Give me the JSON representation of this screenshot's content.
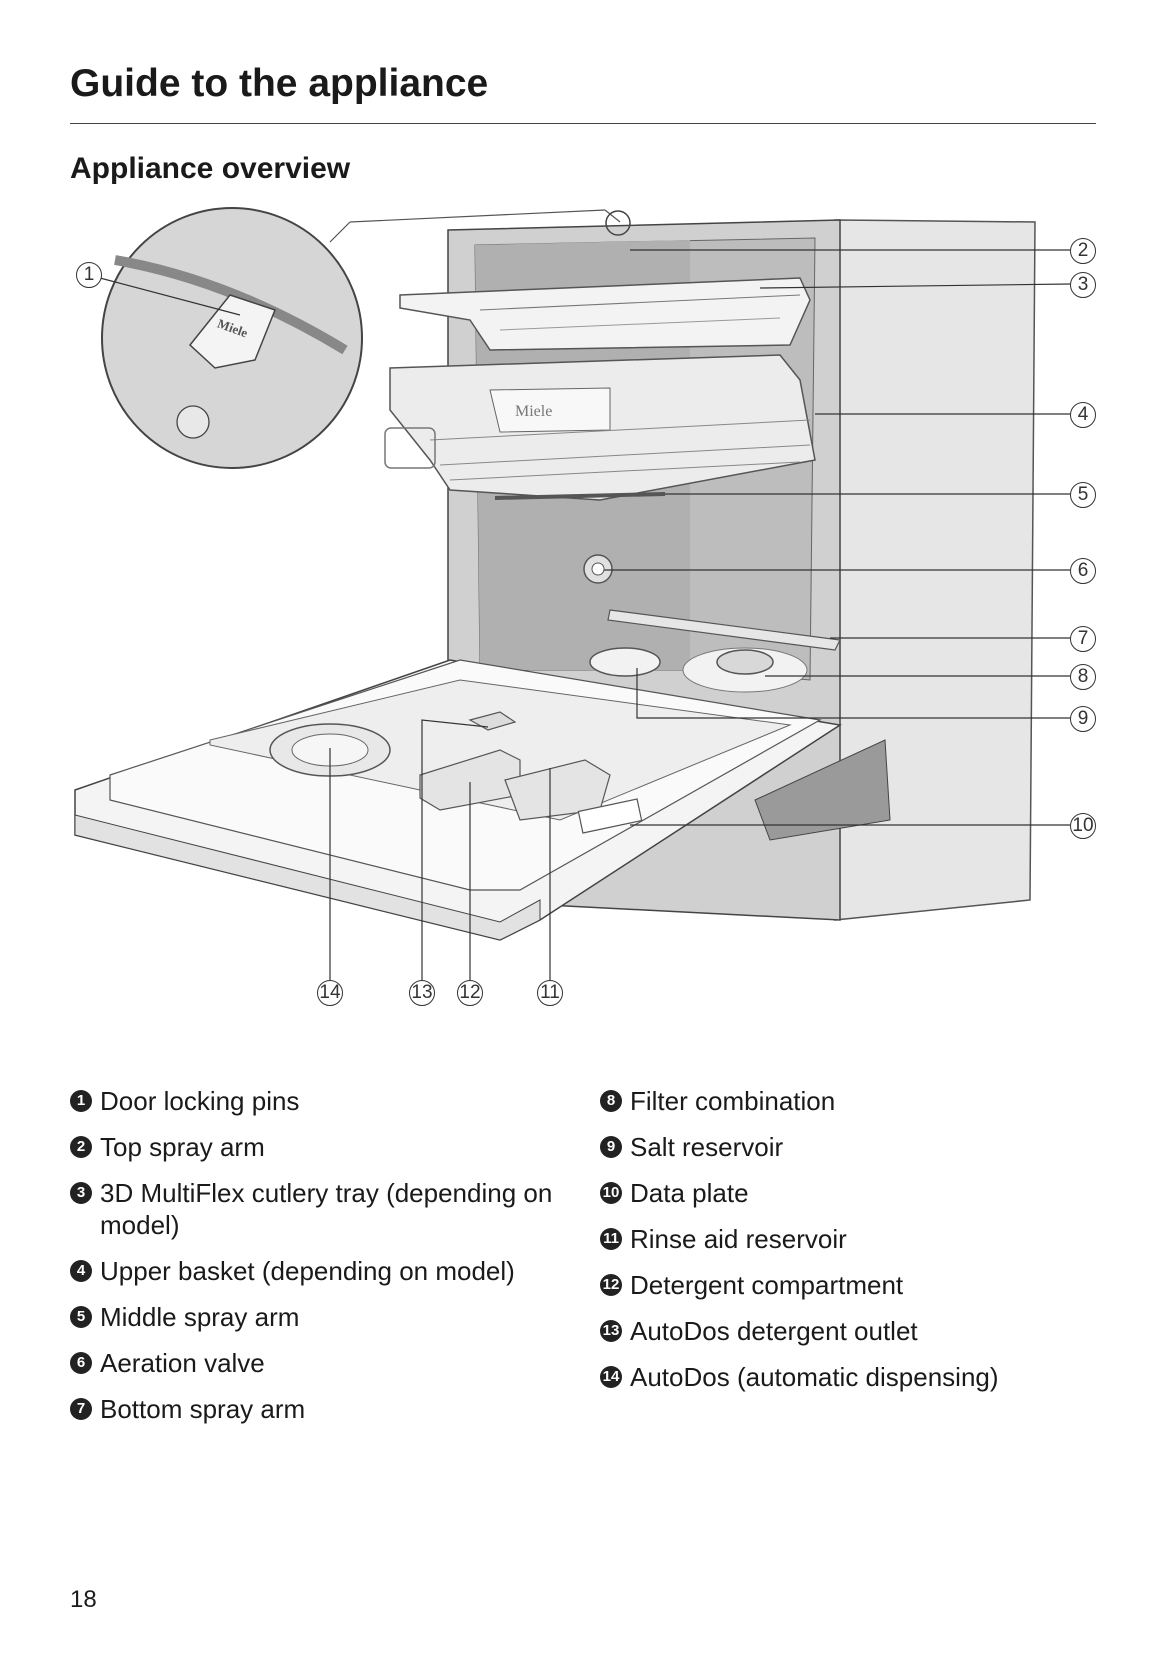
{
  "header": {
    "title": "Guide to the appliance"
  },
  "section": {
    "title": "Appliance overview"
  },
  "figure": {
    "callouts": [
      "1",
      "2",
      "3",
      "4",
      "5",
      "6",
      "7",
      "8",
      "9",
      "10",
      "11",
      "12",
      "13",
      "14"
    ],
    "brand_marks": [
      "Miele",
      "Miele"
    ]
  },
  "legend": {
    "left": [
      {
        "num": "1",
        "text": "Door locking pins"
      },
      {
        "num": "2",
        "text": "Top spray arm"
      },
      {
        "num": "3",
        "text": "3D MultiFlex cutlery tray (depending on model)"
      },
      {
        "num": "4",
        "text": "Upper basket (depending on model)"
      },
      {
        "num": "5",
        "text": "Middle spray arm"
      },
      {
        "num": "6",
        "text": "Aeration valve"
      },
      {
        "num": "7",
        "text": "Bottom spray arm"
      }
    ],
    "right": [
      {
        "num": "8",
        "text": "Filter combination"
      },
      {
        "num": "9",
        "text": "Salt reservoir"
      },
      {
        "num": "10",
        "text": "Data plate"
      },
      {
        "num": "11",
        "text": "Rinse aid reservoir"
      },
      {
        "num": "12",
        "text": "Detergent compartment"
      },
      {
        "num": "13",
        "text": "AutoDos detergent outlet"
      },
      {
        "num": "14",
        "text": "AutoDos (automatic dispensing)"
      }
    ]
  },
  "footer": {
    "page_number": "18"
  }
}
